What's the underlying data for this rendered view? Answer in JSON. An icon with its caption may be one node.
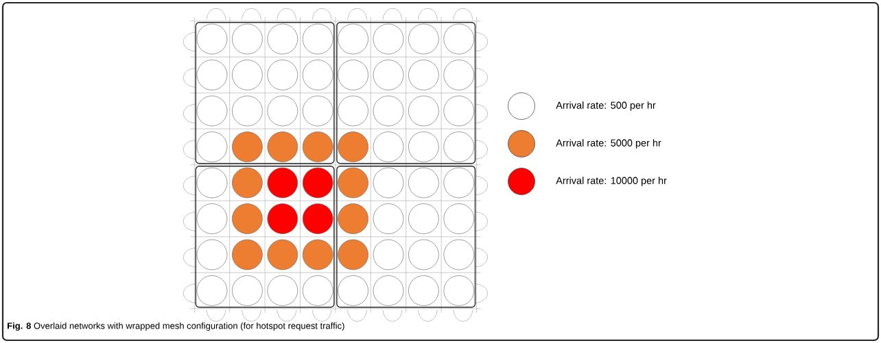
{
  "diagram": {
    "caption": "**Fig. 8** Overlaid networks with wrapped mesh configuration (for hotspot request traffic)",
    "legend": [
      {
        "text": "Arrival rate: 500 per hr"
      },
      {
        "text": "Arrival rate: 5000 per hr",
        "color": "#ed7d31"
      },
      {
        "text": "Arrival rate: 10000 per hr",
        "color": "#ff0000"
      }
    ]
  }
}
